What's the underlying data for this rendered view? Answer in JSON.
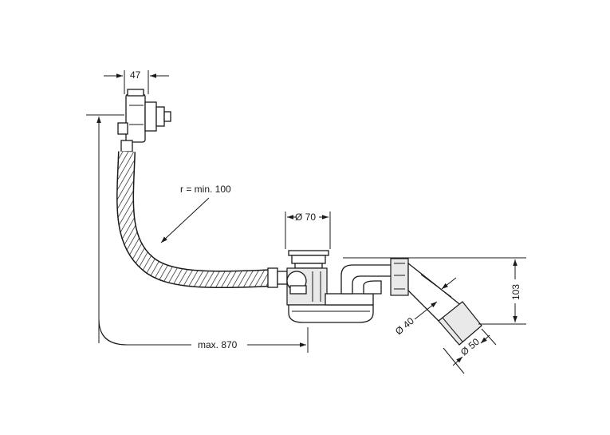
{
  "diagram": {
    "dims": {
      "width_overflow": "47",
      "bend_radius": "r = min. 100",
      "drain_diameter": "Ø 70",
      "height": "103",
      "outlet_inner": "Ø 40",
      "outlet_outer": "Ø 50",
      "cable_length": "max. 870"
    },
    "colors": {
      "line": "#1a1a1a",
      "background": "#ffffff"
    }
  }
}
